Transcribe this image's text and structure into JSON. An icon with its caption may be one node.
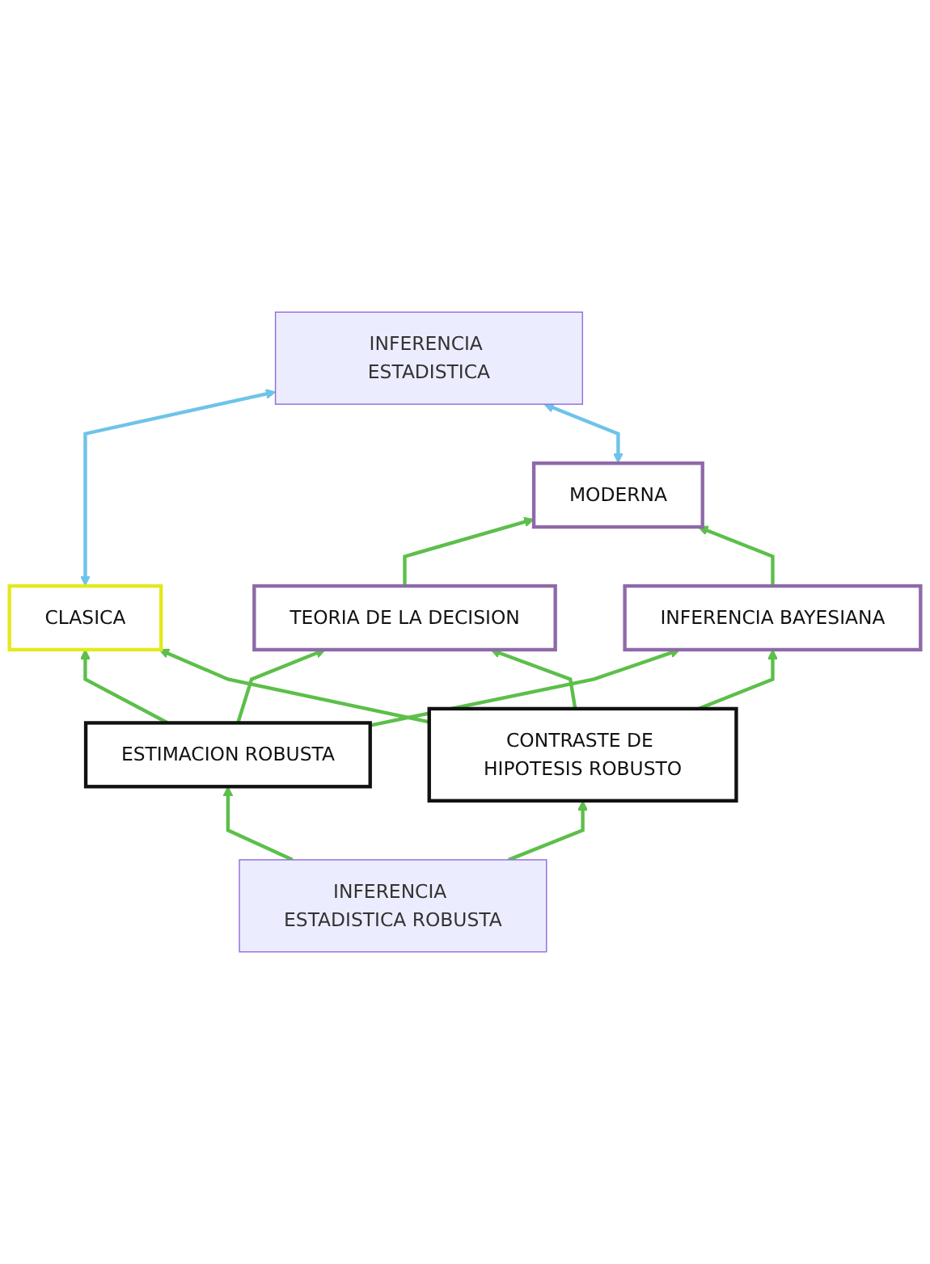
{
  "diagram": {
    "nodes": [
      {
        "text": [
          "INFERENCIA ESTADISTICA"
        ]
      },
      {
        "text": [
          "CLASICA"
        ]
      },
      {
        "text": [
          "MODERNA"
        ]
      },
      {
        "text": [
          "TEORIA DE LA DECISION"
        ]
      },
      {
        "text": [
          "INFERENCIA BAYESIANA"
        ]
      },
      {
        "text": [
          "ESTIMACION ROBUSTA"
        ]
      },
      {
        "text": [
          "CONTRASTE DE HIPOTESIS ROBUSTO"
        ]
      },
      {
        "text": [
          "INFERENCIA ESTADISTICA ROBUSTA"
        ]
      }
    ],
    "edges": [
      {
        "from": 1,
        "to": 0,
        "arrow": "both",
        "color": "#6ec3e8"
      },
      {
        "from": 2,
        "to": 0,
        "arrow": "both",
        "color": "#6ec3e8"
      },
      {
        "from": 3,
        "to": 2,
        "arrow": "to"
      },
      {
        "from": 4,
        "to": 2,
        "arrow": "to"
      },
      {
        "from": 5,
        "to": 1,
        "arrow": "to"
      },
      {
        "from": 5,
        "to": 3,
        "arrow": "to"
      },
      {
        "from": 5,
        "to": 4,
        "arrow": "to"
      },
      {
        "from": 6,
        "to": 1,
        "arrow": "to"
      },
      {
        "from": 6,
        "to": 3,
        "arrow": "to"
      },
      {
        "from": 6,
        "to": 4,
        "arrow": "to"
      },
      {
        "from": 7,
        "to": 5,
        "arrow": "to"
      },
      {
        "from": 7,
        "to": 6,
        "arrow": "to"
      }
    ]
  }
}
